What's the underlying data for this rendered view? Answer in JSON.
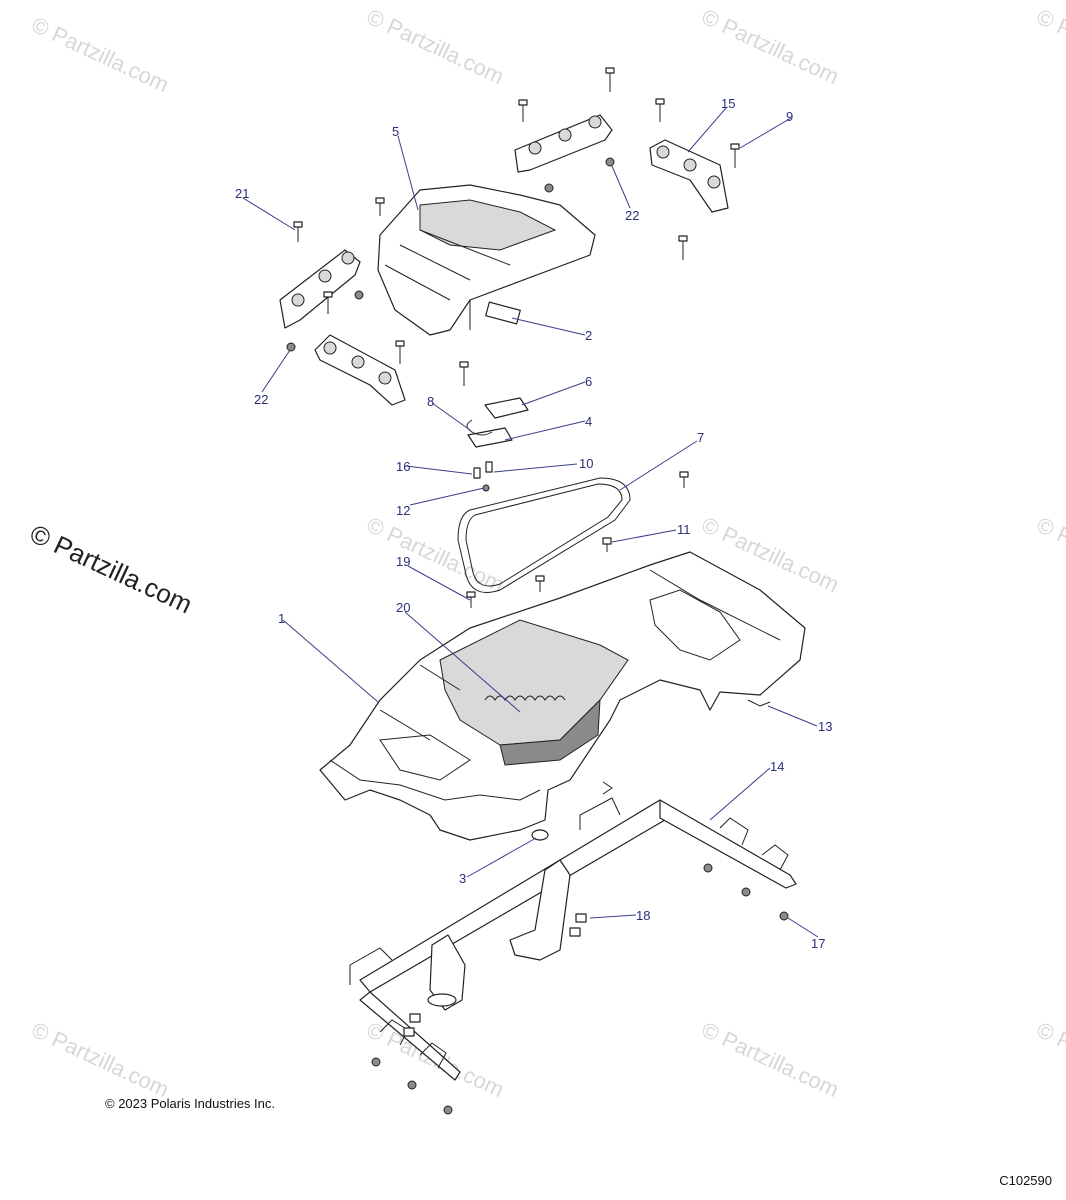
{
  "watermark": {
    "text": "© Partzilla.com",
    "main_text": "© Partzilla.com"
  },
  "footer": {
    "copyright": "© 2023 Polaris Industries Inc.",
    "diagram_id": "C102590"
  },
  "callouts": [
    {
      "id": "c1",
      "label": "1"
    },
    {
      "id": "c2",
      "label": "2"
    },
    {
      "id": "c3",
      "label": "3"
    },
    {
      "id": "c4",
      "label": "4"
    },
    {
      "id": "c5",
      "label": "5"
    },
    {
      "id": "c6",
      "label": "6"
    },
    {
      "id": "c7",
      "label": "7"
    },
    {
      "id": "c8",
      "label": "8"
    },
    {
      "id": "c9",
      "label": "9"
    },
    {
      "id": "c10",
      "label": "10"
    },
    {
      "id": "c11",
      "label": "11"
    },
    {
      "id": "c12",
      "label": "12"
    },
    {
      "id": "c13",
      "label": "13"
    },
    {
      "id": "c14",
      "label": "14"
    },
    {
      "id": "c15",
      "label": "15"
    },
    {
      "id": "c16",
      "label": "16"
    },
    {
      "id": "c17",
      "label": "17"
    },
    {
      "id": "c18",
      "label": "18"
    },
    {
      "id": "c19",
      "label": "19"
    },
    {
      "id": "c20",
      "label": "20"
    },
    {
      "id": "c21",
      "label": "21"
    },
    {
      "id": "c22a",
      "label": "22"
    },
    {
      "id": "c22b",
      "label": "22"
    }
  ]
}
